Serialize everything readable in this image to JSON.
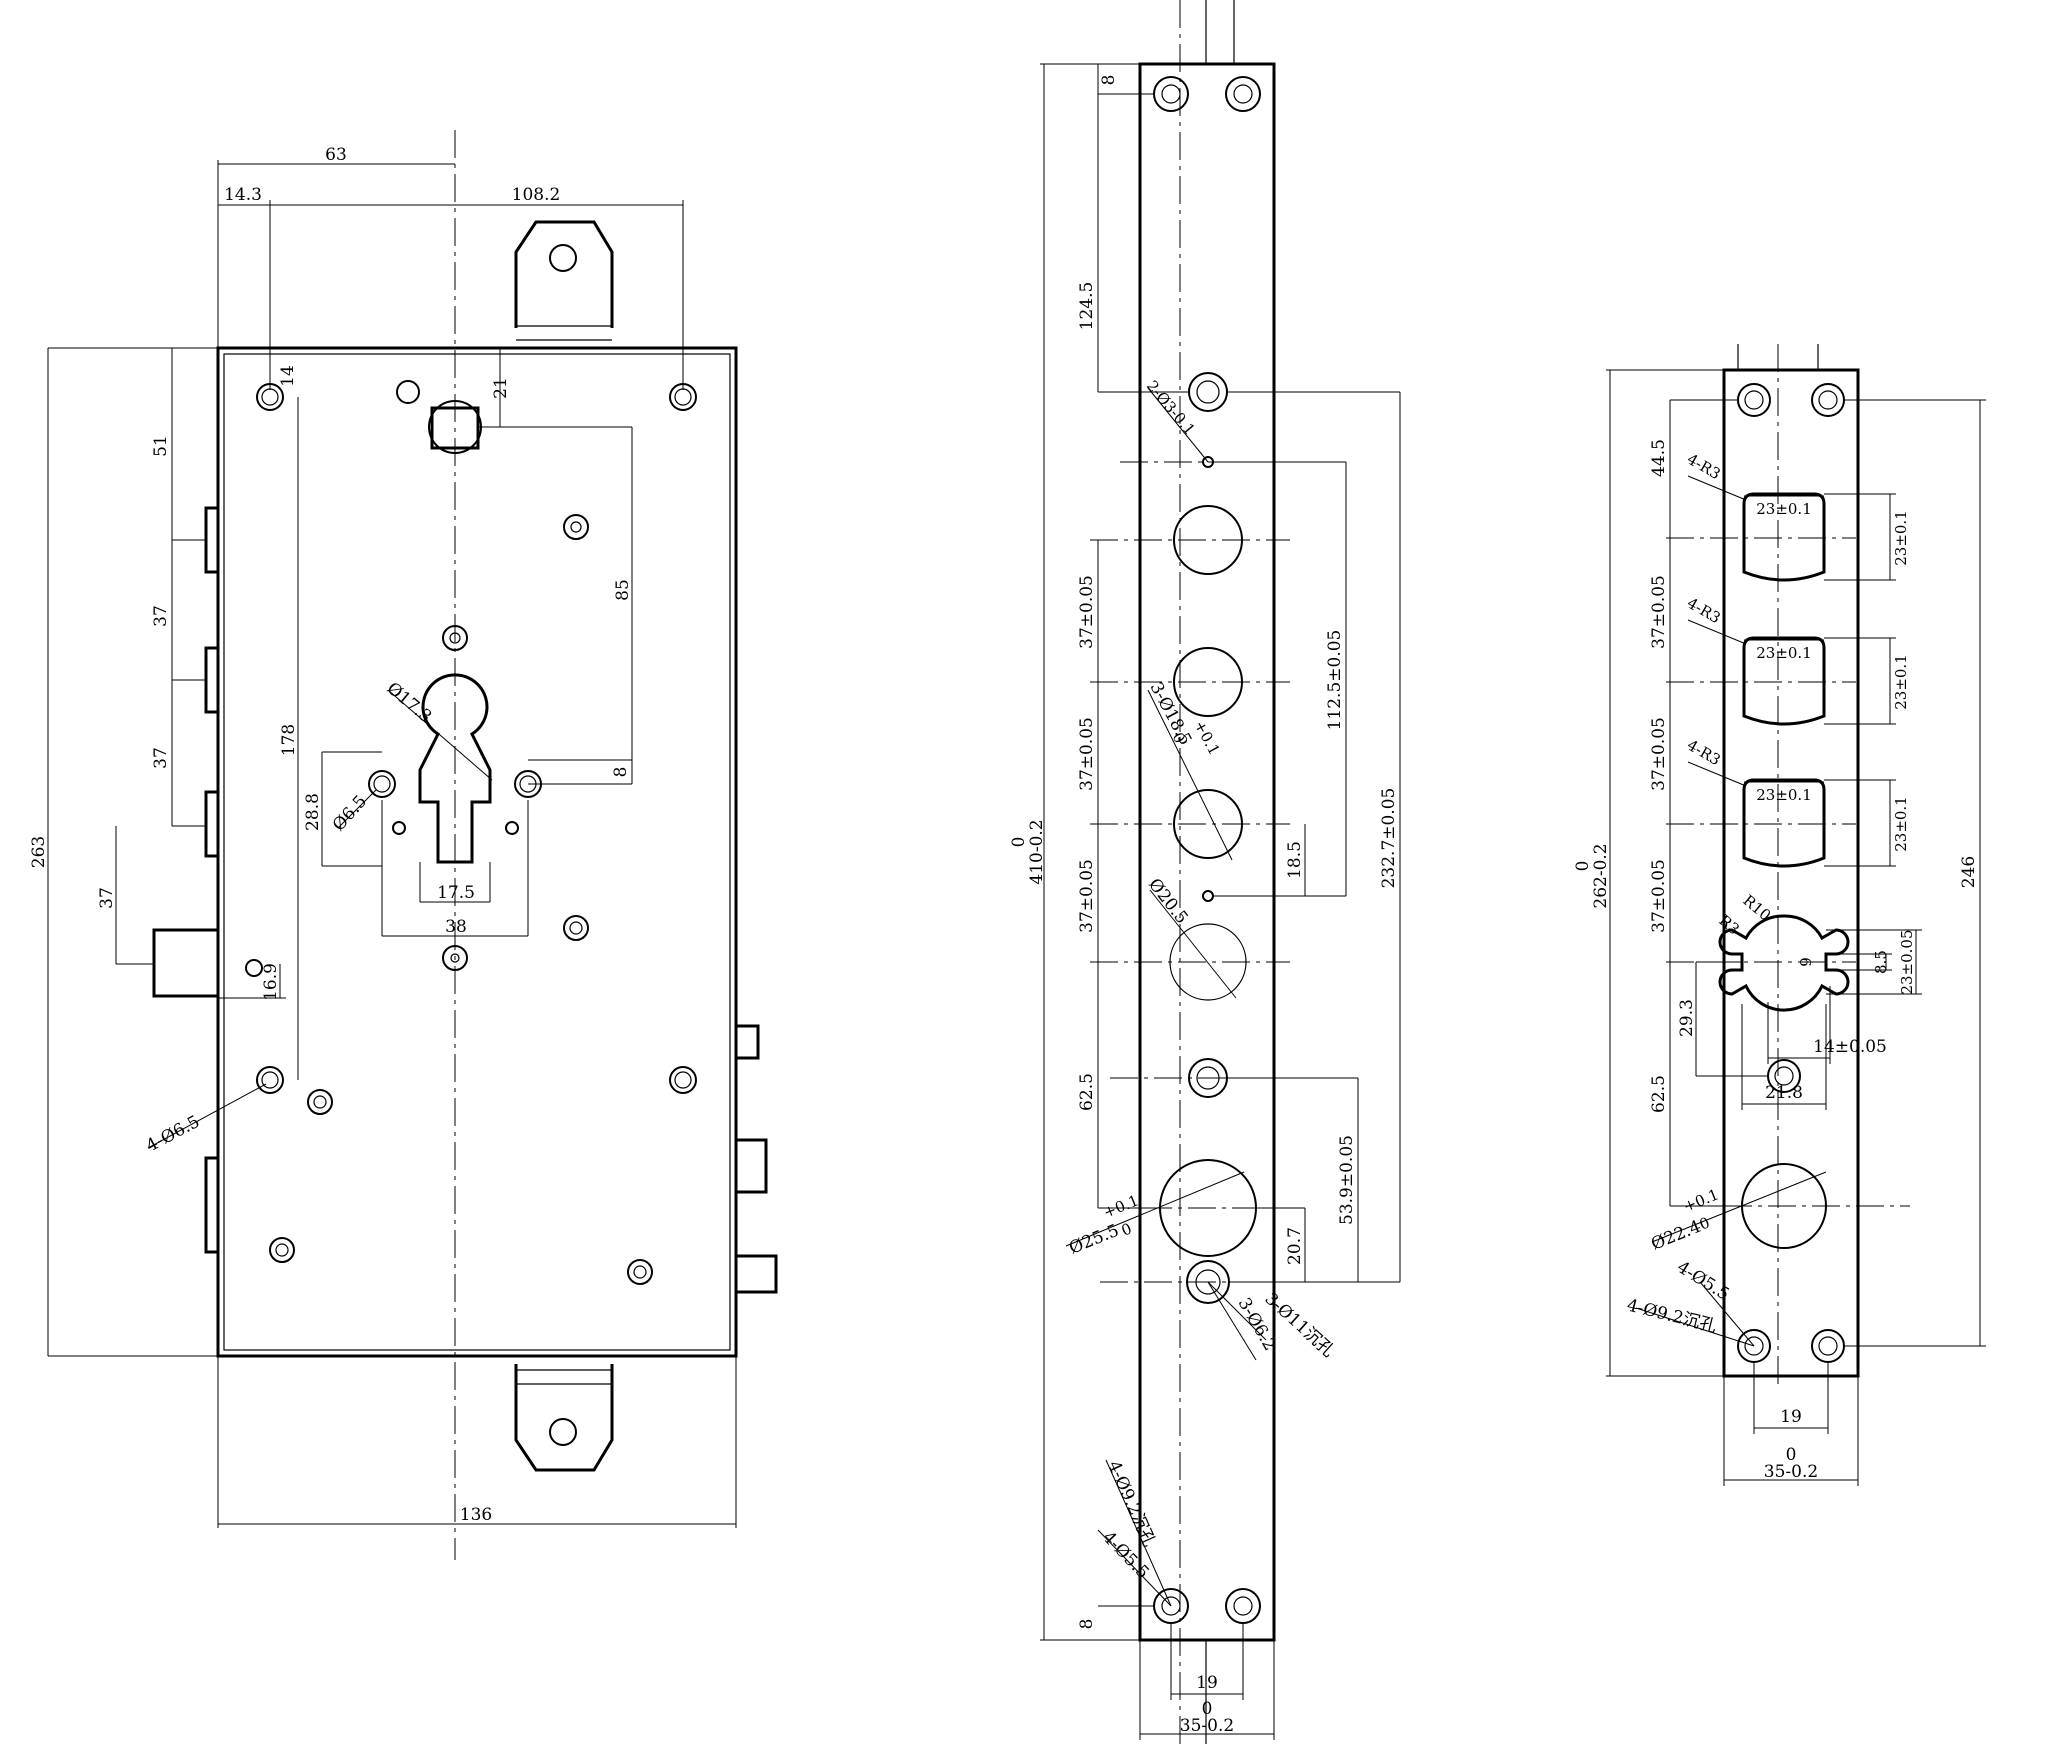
{
  "lock_body": {
    "dims": {
      "d63": "63",
      "d14_3": "14.3",
      "d108_2": "108.2",
      "d14": "14",
      "d21": "21",
      "d51": "51",
      "d37a": "37",
      "d37b": "37",
      "d37c": "37",
      "d263": "263",
      "d178": "178",
      "d85": "85",
      "d8": "8",
      "d28_8": "28.8",
      "d17_5": "17.5",
      "d38": "38",
      "d16_9": "16.9",
      "d136": "136",
      "dia17_3": "Ø17.3",
      "dia6_5": "Ø6.5",
      "holes4": "4-Ø6.5"
    }
  },
  "long_plate": {
    "dims": {
      "top8": "8",
      "d124_5": "124.5",
      "d2dia3": "2-Ø3-0.1",
      "d37_005a": "37±0.05",
      "d37_005b": "37±0.05",
      "d37_005c": "37±0.05",
      "d3dia18": "3-Ø18.5",
      "tol_plus01a": "+0.1",
      "tol_0a": "0",
      "dia20_5": "Ø20.5",
      "d112_5": "112.5±0.05",
      "d18_5": "18.5",
      "d232_7": "232.7±0.05",
      "d410_0": "0",
      "d410": "410-0.2",
      "d62_5": "62.5",
      "dia25_5": "Ø25.5",
      "tol_plus01b": "+0.1",
      "tol_0b": "0",
      "d20_7": "20.7",
      "d53_9": "53.9±0.05",
      "d3dia11": "3-Ø11沉孔",
      "d3dia6_2": "3-Ø6.2",
      "d4dia9_2": "4-Ø9.2沉孔",
      "d4dia5_5": "4-Ø5.5",
      "bot8": "8",
      "d19": "19",
      "w_0": "0",
      "w35": "35-0.2"
    }
  },
  "short_plate": {
    "dims": {
      "d44_5": "44.5",
      "r3a": "4-R3",
      "r3b": "4-R3",
      "r3c": "4-R3",
      "sq23a": "23±0.1",
      "sq23b": "23±0.1",
      "sq23c": "23±0.1",
      "sq23va": "23±0.1",
      "sq23vb": "23±0.1",
      "sq23vc": "23±0.1",
      "d37a": "37±0.05",
      "d37b": "37±0.05",
      "d37c": "37±0.05",
      "d262_0": "0",
      "d262": "262-0.2",
      "r10": "R10",
      "r3": "R3",
      "d6": "6",
      "d8_5": "8.5",
      "d23_005": "23±0.05",
      "d14_005": "14±0.05",
      "d29_3": "29.3",
      "d21_8": "21.8",
      "d62_5": "62.5",
      "dia22_4": "Ø22.4",
      "tol_plus01": "+0.1",
      "tol_0": "0",
      "d4dia5_5": "4-Ø5.5",
      "d4dia9_2": "4-Ø9.2沉孔",
      "d246": "246",
      "d19": "19",
      "w_0": "0",
      "w35": "35-0.2"
    }
  }
}
